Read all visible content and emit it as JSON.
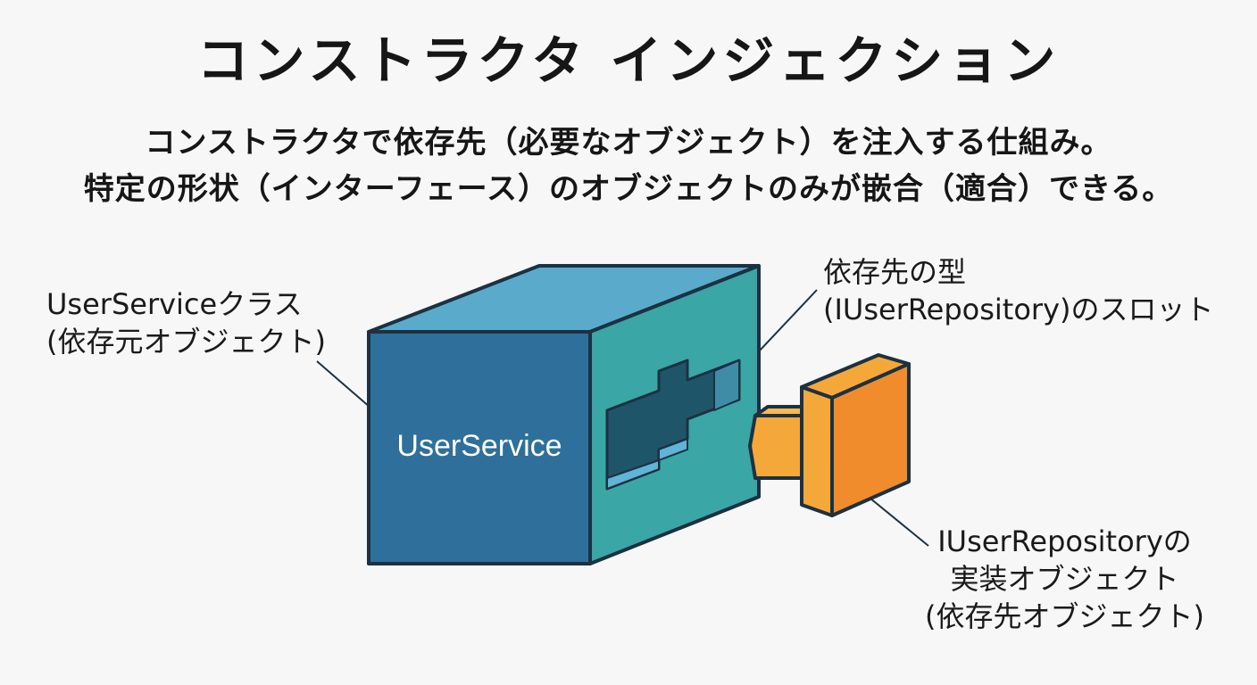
{
  "title": "コンストラクタ インジェクション",
  "description": {
    "line1": "コンストラクタで依存先（必要なオブジェクト）を注入する仕組み。",
    "line2": "特定の形状（インターフェース）のオブジェクトのみが嵌合（適合）できる。"
  },
  "labels": {
    "user_service_class": {
      "line1": "UserServiceクラス",
      "line2": "(依存元オブジェクト)"
    },
    "slot": {
      "line1": "依存先の型",
      "line2": "(IUserRepository)のスロット"
    },
    "impl": {
      "line1": "IUserRepositoryの",
      "line2": "実装オブジェクト",
      "line3": "(依存先オブジェクト)"
    },
    "box_front": "UserService"
  },
  "colors": {
    "box_front": "#2f6f9b",
    "box_top": "#5aabcb",
    "box_side": "#3aa6a6",
    "slot_dark": "#1f5568",
    "slot_light": "#5fb4d8",
    "piece_front": "#f08c2c",
    "piece_side": "#f5a83a",
    "outline": "#1c3142"
  }
}
